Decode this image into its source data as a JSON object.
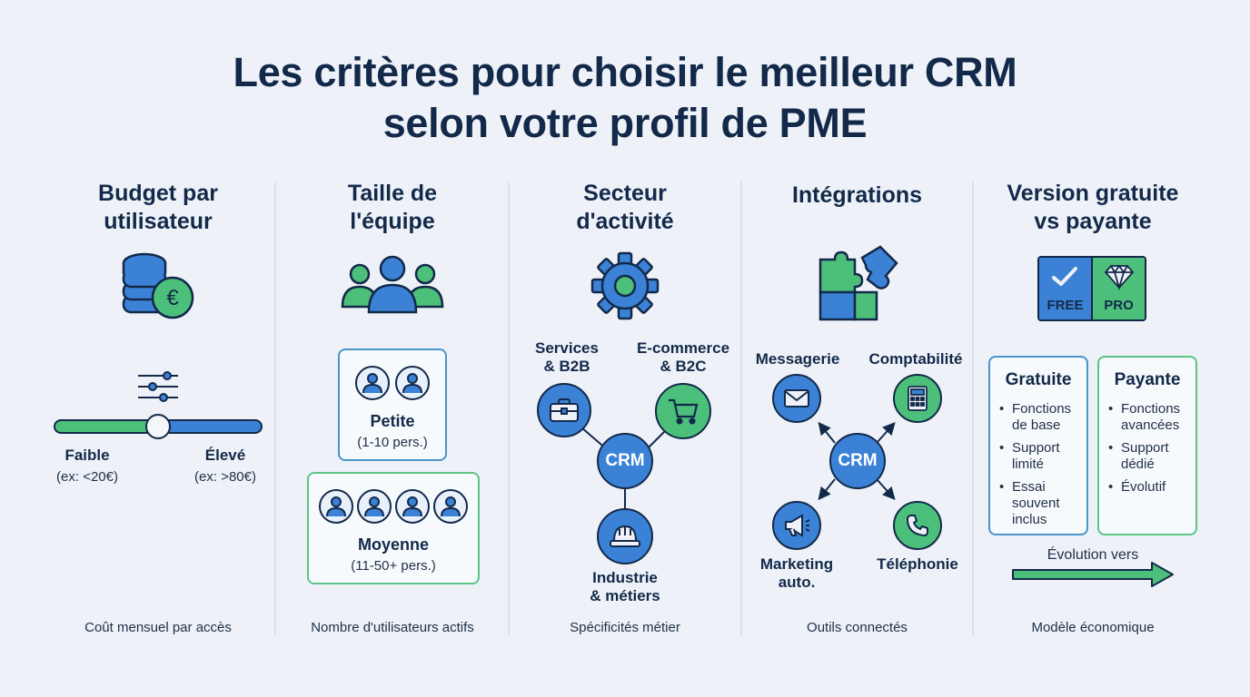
{
  "title_line1": "Les critères pour choisir le meilleur CRM",
  "title_line2": "selon votre profil de PME",
  "budget": {
    "title_line1": "Budget par",
    "title_line2": "utilisateur",
    "icon": "coins-euro-icon",
    "low_label": "Faible",
    "low_example": "(ex: <20€)",
    "high_label": "Élevé",
    "high_example": "(ex: >80€)",
    "caption": "Coût mensuel par accès"
  },
  "team": {
    "title_line1": "Taille de",
    "title_line2": "l'équipe",
    "icon": "team-icon",
    "small_label": "Petite",
    "small_range": "(1-10 pers.)",
    "medium_label": "Moyenne",
    "medium_range": "(11-50+ pers.)",
    "caption": "Nombre d'utilisateurs actifs"
  },
  "sector": {
    "title_line1": "Secteur",
    "title_line2": "d'activité",
    "icon": "gear-icon",
    "center": "CRM",
    "services_line1": "Services",
    "services_line2": "& B2B",
    "ecommerce_line1": "E-commerce",
    "ecommerce_line2": "& B2C",
    "industry_line1": "Industrie",
    "industry_line2": "& métiers",
    "caption": "Spécificités métier"
  },
  "integrations": {
    "title": "Intégrations",
    "icon": "puzzle-icon",
    "center": "CRM",
    "messaging": "Messagerie",
    "accounting": "Comptabilité",
    "marketing_line1": "Marketing",
    "marketing_line2": "auto.",
    "phone": "Téléphonie",
    "caption": "Outils connectés"
  },
  "version": {
    "title_line1": "Version gratuite",
    "title_line2": "vs payante",
    "badge_free": "FREE",
    "badge_pro": "PRO",
    "free_title": "Gratuite",
    "free_items": [
      "Fonctions de base",
      "Support limité",
      "Essai souvent inclus"
    ],
    "paid_title": "Payante",
    "paid_items": [
      "Fonctions avancées",
      "Support dédié",
      "Évolutif"
    ],
    "arrow_label": "Évolution vers",
    "caption": "Modèle économique"
  },
  "colors": {
    "navy": "#13294a",
    "blue": "#3b82d6",
    "green": "#4cc07a",
    "background": "#eef2f8"
  }
}
